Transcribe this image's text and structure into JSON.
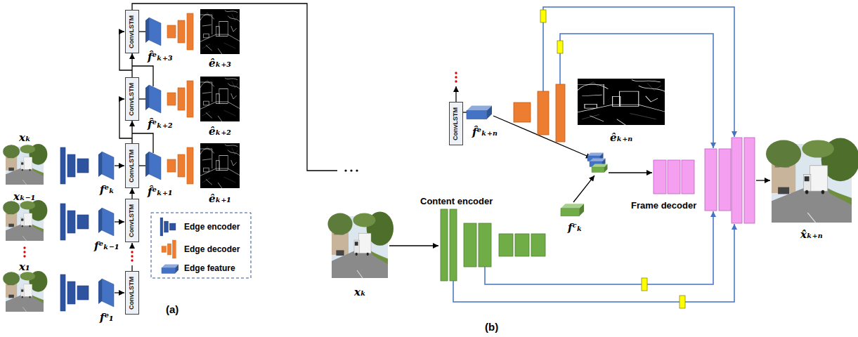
{
  "diagram": {
    "nodes": [
      {
        "text": [
          "ConvLSTM"
        ]
      },
      {
        "text": [
          "ConvLSTM"
        ]
      },
      {
        "text": [
          "ConvLSTM"
        ]
      },
      {
        "text": [
          "ConvLSTM"
        ]
      },
      {
        "text": [
          "ConvLSTM"
        ]
      },
      {
        "text": [
          "ConvLSTM"
        ]
      }
    ],
    "edges": [
      {
        "from": 3,
        "to": 2,
        "arrow": "to"
      },
      {
        "from": 2,
        "to": 1,
        "arrow": "to"
      },
      {
        "from": 1,
        "to": 0,
        "arrow": "to"
      }
    ],
    "labels": [
      "xₖ",
      "xₖ₋₁",
      "x₁",
      "fᵉₖ",
      "fᵉₖ₋₁",
      "fᵉ₁",
      "f̂ᵉₖ₊₁",
      "f̂ᵉₖ₊₂",
      "f̂ᵉₖ₊₃",
      "êₖ₊₁",
      "êₖ₊₂",
      "êₖ₊₃",
      "(a)",
      "f̂ᵉₖ₊ₙ",
      "êₖ₊ₙ",
      "Content encoder",
      "xₖ",
      "fᶜₖ",
      "Frame decoder",
      "x̂ₖ₊ₙ",
      "(b)"
    ],
    "legend": [
      {
        "text": "Edge encoder"
      },
      {
        "text": "Edge decoder"
      },
      {
        "text": "Edge feature"
      }
    ]
  }
}
